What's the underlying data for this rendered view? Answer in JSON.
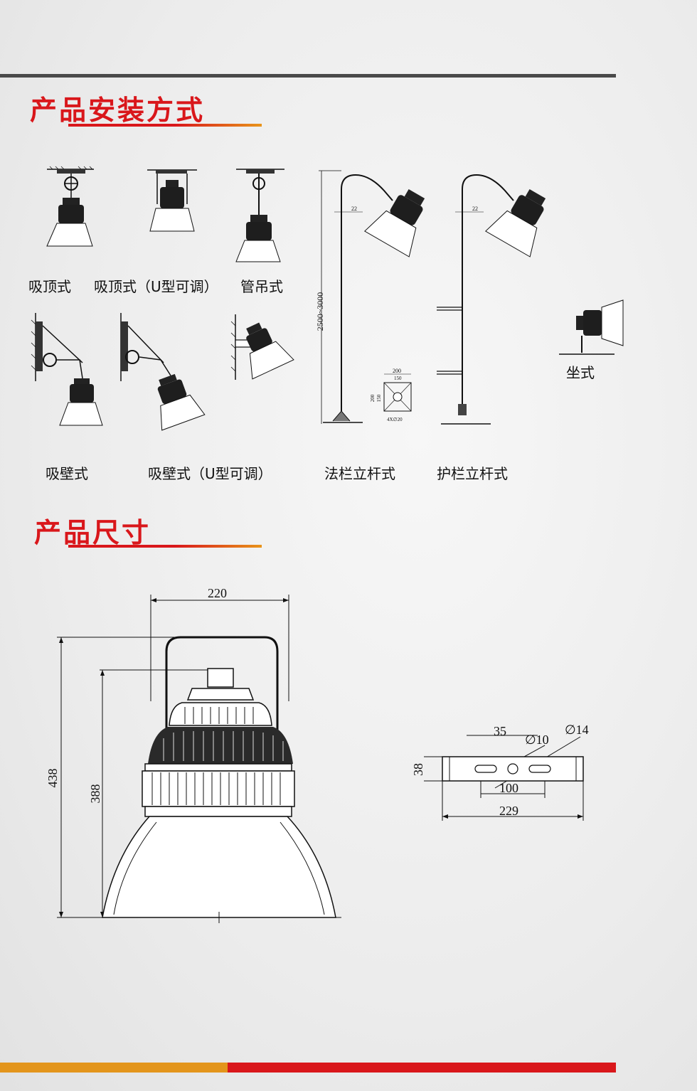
{
  "sections": {
    "installation_title": "产品安装方式",
    "dimensions_title": "产品尺寸"
  },
  "captions": {
    "ceiling": "吸顶式",
    "ceiling_u": "吸顶式（U型可调）",
    "pipe": "管吊式",
    "wall": "吸壁式",
    "wall_u": "吸壁式（U型可调）",
    "flange_pole": "法栏立杆式",
    "rail_pole": "护栏立杆式",
    "seat": "坐式"
  },
  "pole_dims": {
    "height_range": "2500~3000",
    "arm_offset": "22",
    "base_outer": "200",
    "base_inner": "150",
    "holes": "4X∅20"
  },
  "lamp_dims": {
    "width": "220",
    "total_height": "438",
    "body_height": "388"
  },
  "bracket_dims": {
    "center": "35",
    "hole_small": "∅10",
    "hole_large": "∅14",
    "height": "38",
    "slot_span": "100",
    "length": "229"
  },
  "colors": {
    "accent_red": "#d9171b",
    "accent_orange": "#e3951c",
    "rule_gray": "#4a4a4a"
  }
}
